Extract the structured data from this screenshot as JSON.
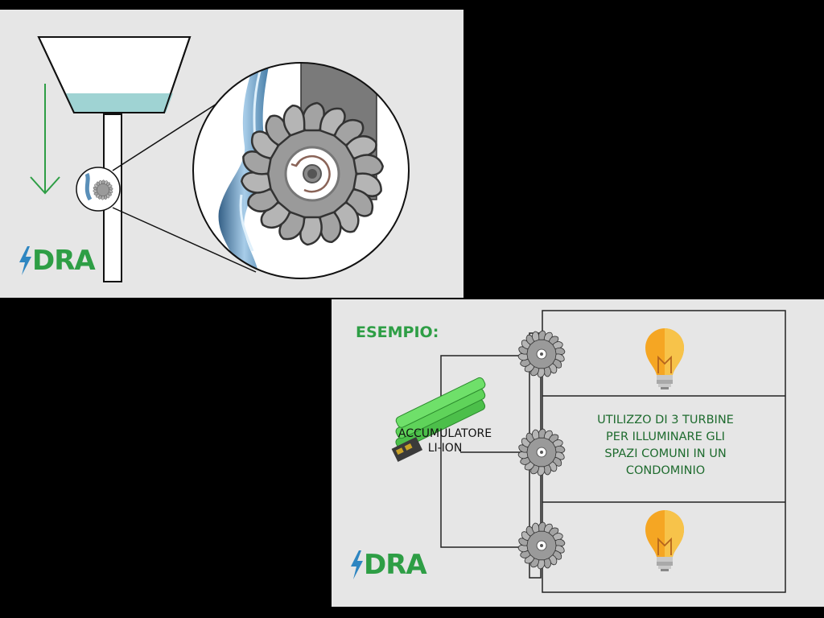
{
  "top_panel": {
    "logo": {
      "text": "DRA",
      "bolt_color": "#2e86c1",
      "text_color": "#2e9e45"
    },
    "water_color": "#9fd3d3",
    "arrow_color": "#2e9e45"
  },
  "bottom_panel": {
    "heading": "ESEMPIO:",
    "heading_color": "#2e9e45",
    "accumulator_label_lines": [
      "ACCUMULATORE",
      "LI-ION"
    ],
    "description_lines": [
      "UTILIZZO DI 3 TURBINE",
      "PER ILLUMINARE GLI",
      "SPAZI COMUNI IN UN",
      "CONDOMINIO"
    ],
    "description_color": "#1e6b2e",
    "logo": {
      "text": "DRA",
      "bolt_color": "#2e86c1",
      "text_color": "#2e9e45"
    },
    "bulb_color": "#f5a623",
    "battery_color": "#5fd35a"
  },
  "icons": [
    "turbine-icon",
    "lightbulb-icon",
    "battery-icon",
    "lightning-icon",
    "down-arrow-icon"
  ]
}
